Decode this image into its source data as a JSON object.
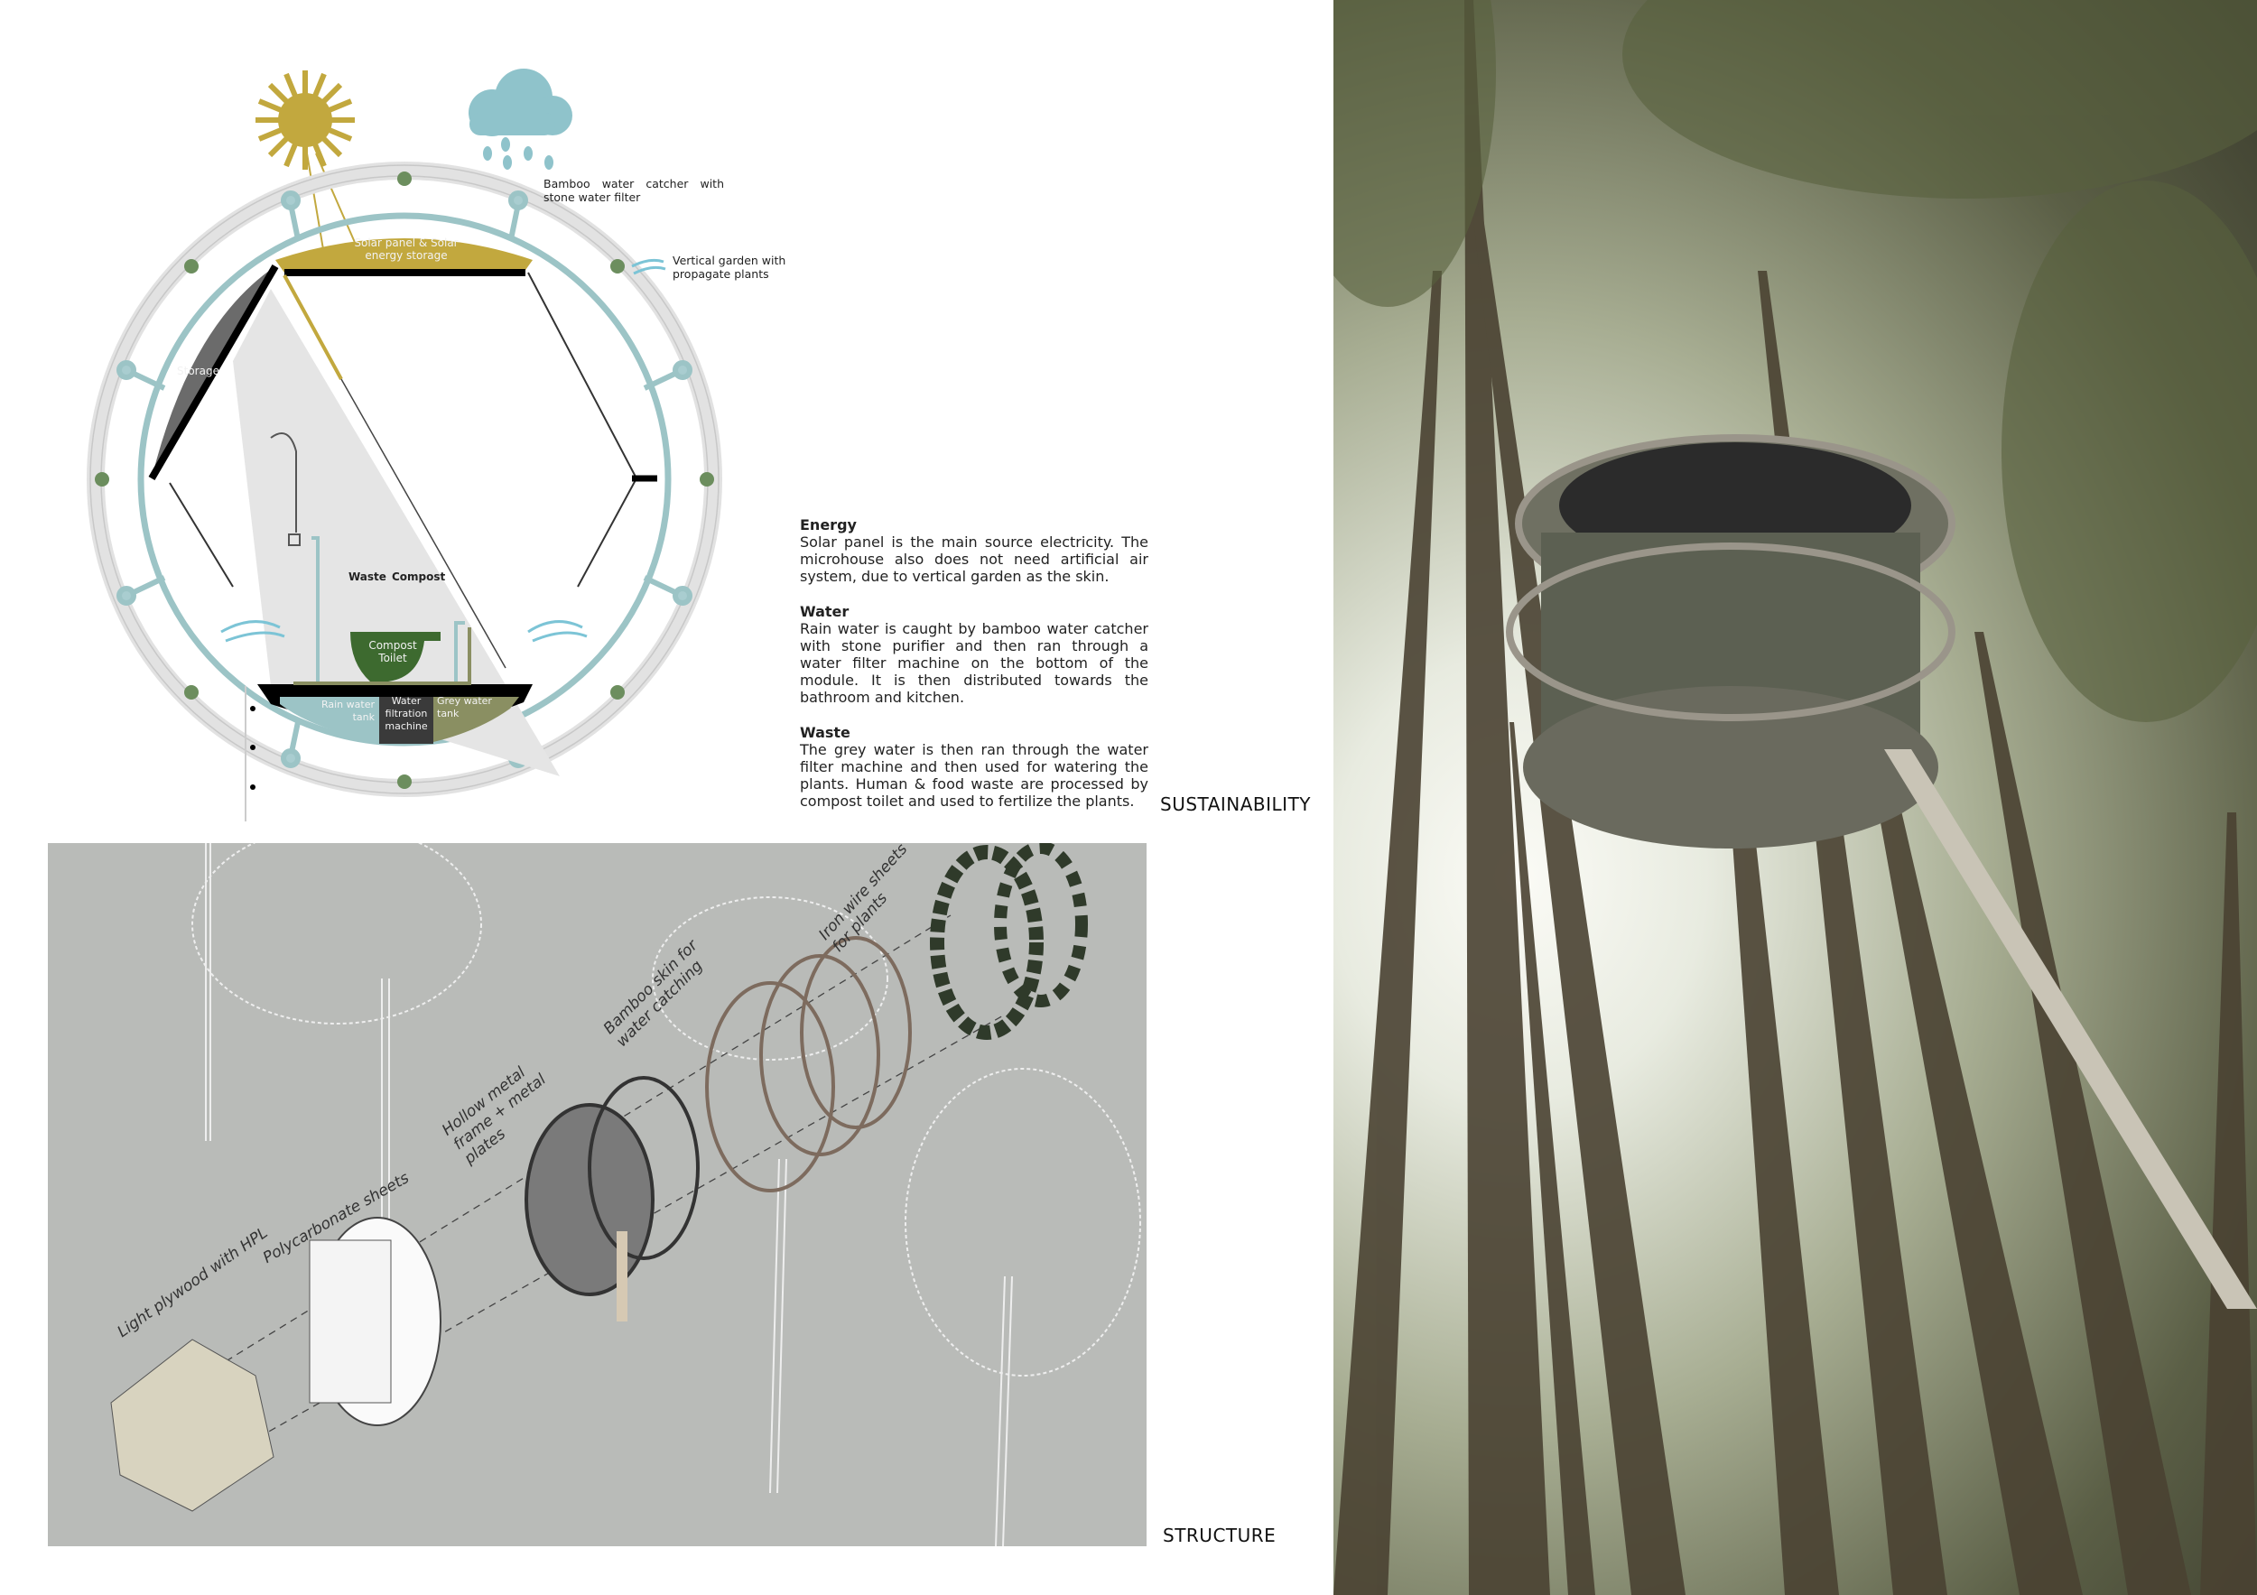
{
  "sustainability": {
    "section_title": "SUSTAINABILITY",
    "diagram_labels": {
      "bamboo_catcher": "Bamboo water catcher with stone water filter",
      "vertical_garden": "Vertical garden with propagate plants",
      "solar_panel": "Solar panel & Solar energy storage",
      "storage": "Storage",
      "waste": "Waste",
      "compost": "Compost",
      "compost_toilet": "Compost Toilet",
      "rain_tank": "Rain water tank",
      "filtration": "Water filtration machine",
      "grey_tank": "Grey water tank"
    },
    "paragraphs": [
      {
        "heading": "Energy",
        "body": "Solar panel is the main source electricity. The microhouse also does not need artificial air system, due to vertical garden as the skin."
      },
      {
        "heading": "Water",
        "body": "Rain water is caught by bamboo water catcher with stone purifier and then ran through a water filter machine on the bottom of the module. It is then distributed towards the bathroom and kitchen."
      },
      {
        "heading": "Waste",
        "body": "The grey water is then ran through the water filter machine and then used for watering the plants. Human & food waste are processed by compost toilet and used to fertilize the plants."
      }
    ],
    "colors": {
      "ring": "#9cc4c6",
      "solar": "#c2a83e",
      "compost": "#3d6a2f",
      "grey_tank": "#8a8f62",
      "storage": "#6b6b6b"
    }
  },
  "structure": {
    "section_title": "STRUCTURE",
    "layers": [
      "Light plywood with HPL",
      "Polycarbonate sheets",
      "Hollow metal frame + metal plates",
      "Bamboo skin for water catching",
      "Iron wire sheets for plants"
    ],
    "background_color": "#b9bbb8"
  }
}
